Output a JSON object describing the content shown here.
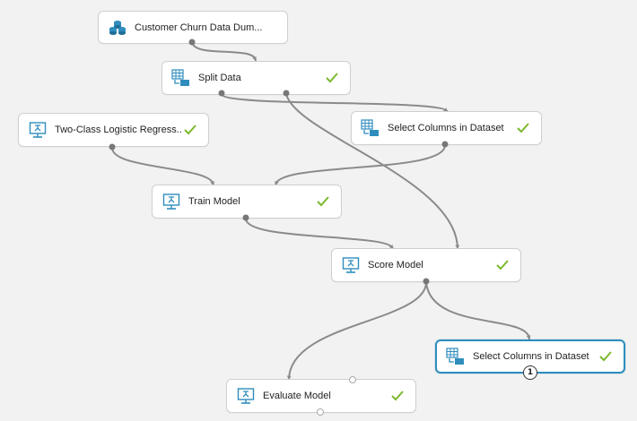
{
  "colors": {
    "canvas_bg": "#f2f2f2",
    "icon_blue": "#2f8dbd",
    "check_green": "#7cb82f",
    "edge_gray": "#8a8a8a",
    "selected_border": "#2f8dbd"
  },
  "nodes": [
    {
      "id": "dataset",
      "label": "Customer Churn Data Dum...",
      "icon": "dataset-icon",
      "check": false,
      "selected": false
    },
    {
      "id": "split",
      "label": "Split Data",
      "icon": "transform-icon",
      "check": true,
      "selected": false
    },
    {
      "id": "logreg",
      "label": "Two-Class Logistic Regress...",
      "icon": "model-icon",
      "check": true,
      "selected": false
    },
    {
      "id": "selcols1",
      "label": "Select Columns in Dataset",
      "icon": "transform-icon",
      "check": true,
      "selected": false
    },
    {
      "id": "train",
      "label": "Train Model",
      "icon": "model-icon",
      "check": true,
      "selected": false
    },
    {
      "id": "score",
      "label": "Score Model",
      "icon": "model-icon",
      "check": true,
      "selected": false
    },
    {
      "id": "selcols2",
      "label": "Select Columns in Dataset",
      "icon": "transform-icon",
      "check": true,
      "selected": true,
      "badge": "1"
    },
    {
      "id": "evaluate",
      "label": "Evaluate Model",
      "icon": "model-icon",
      "check": true,
      "selected": false
    }
  ]
}
